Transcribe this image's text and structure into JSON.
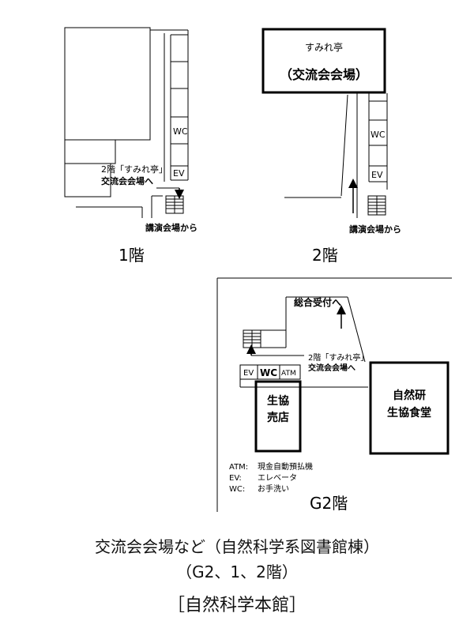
{
  "floor1": {
    "floor_label": "1階",
    "wc_label": "WC",
    "ev_label": "EV",
    "note_line1": "2階「すみれ亭」",
    "note_line2": "交流会会場へ",
    "from_label": "講演会場から"
  },
  "floor2": {
    "floor_label": "2階",
    "venue_name": "すみれ亭",
    "venue_sub": "（交流会会場）",
    "wc_label": "WC",
    "ev_label": "EV",
    "from_label": "講演会場から"
  },
  "floorG2": {
    "floor_label": "G2階",
    "reception_label": "総合受付へ",
    "note_line1": "2階「すみれ亭」",
    "note_line2": "交流会会場へ",
    "ev_label": "EV",
    "wc_label": "WC",
    "atm_label": "ATM",
    "coop_store_line1": "生協",
    "coop_store_line2": "売店",
    "cafeteria_line1": "自然研",
    "cafeteria_line2": "生協食堂",
    "legend": [
      {
        "key": "ATM:",
        "value": "現金自動預払機"
      },
      {
        "key": "EV:",
        "value": "エレベータ"
      },
      {
        "key": "WC:",
        "value": "お手洗い"
      }
    ]
  },
  "caption": {
    "line1": "交流会会場など（自然科学系図書館棟）",
    "line2": "（G2、1、2階）",
    "line3": "［自然科学本館］"
  }
}
